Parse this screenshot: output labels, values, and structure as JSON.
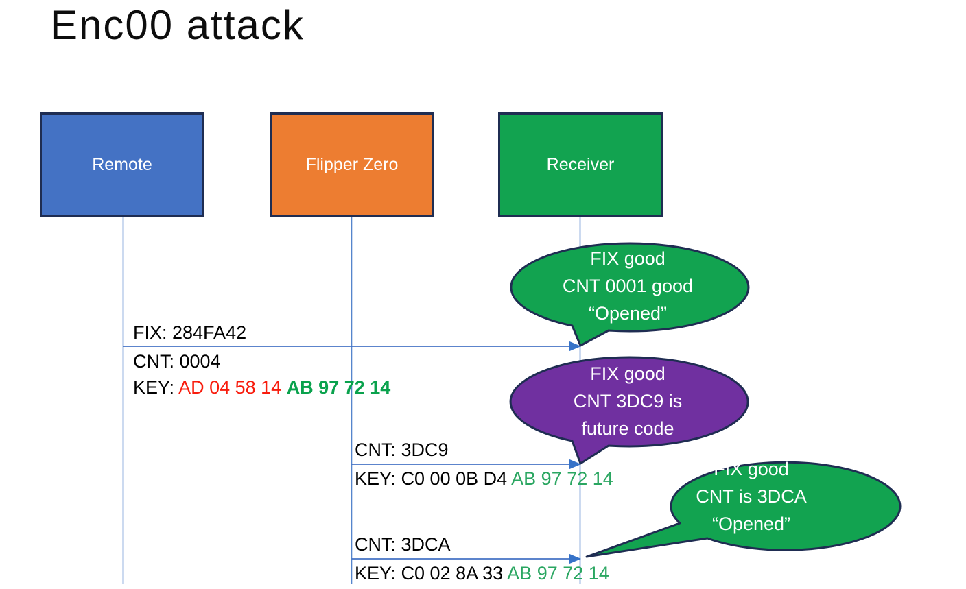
{
  "title": "Enc00 attack",
  "actors": [
    {
      "label": "Remote",
      "fill": "#4472C4"
    },
    {
      "label": "Flipper Zero",
      "fill": "#ED7D31"
    },
    {
      "label": "Receiver",
      "fill": "#12A350"
    }
  ],
  "messages": [
    {
      "from": "Remote",
      "to": "Receiver",
      "above": "FIX: 284FA42",
      "below": "CNT: 0004",
      "key_prefix": "KEY: ",
      "key_red": "AD 04 58 14 ",
      "key_green": "AB 97 72 14"
    },
    {
      "from": "Flipper Zero",
      "to": "Receiver",
      "above": "CNT: 3DC9",
      "key_prefix": "KEY: C0 00 0B D4 ",
      "key_green": "AB 97 72 14"
    },
    {
      "from": "Flipper Zero",
      "to": "Receiver",
      "above": "CNT: 3DCA",
      "key_prefix": "KEY: C0 02 8A 33 ",
      "key_green": "AB 97 72 14"
    }
  ],
  "callouts": [
    {
      "color_name": "green",
      "line1": "FIX good",
      "line2": "CNT 0001 good",
      "line3": "“Opened”"
    },
    {
      "color_name": "purple",
      "line1": "FIX good",
      "line2": "CNT 3DC9 is",
      "line3": "future code"
    },
    {
      "color_name": "green",
      "line1": "FIX good",
      "line2": "CNT is 3DCA",
      "line3": "“Opened”"
    }
  ],
  "colors": {
    "remote_fill": "#4472C4",
    "flipper_fill": "#ED7D31",
    "receiver_fill": "#12A350",
    "green_bubble": "#12A350",
    "purple_bubble": "#7030A0",
    "shape_border": "#1F2D52",
    "line_blue": "#5585CC",
    "arrowhead_blue": "#3672C8",
    "key_red": "#F81C0D",
    "key_green": "#2AA661",
    "key_green_bold": "#0AA24D"
  }
}
